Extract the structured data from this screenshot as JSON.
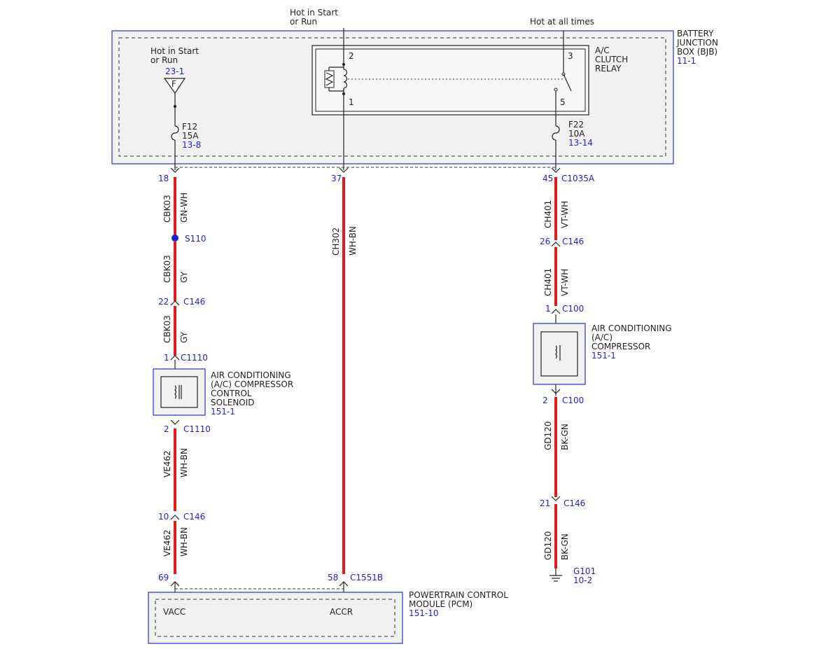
{
  "colors": {
    "wire": "#e31b1b",
    "link": "#1f1fd6",
    "box_border": "#2f2fd0",
    "box_fill": "#f1f1f1"
  },
  "top": {
    "hot_start_run_1": "Hot in Start",
    "hot_start_run_2": "or Run",
    "hot_all_times": "Hot at all times"
  },
  "bjb": {
    "line1": "BATTERY",
    "line2": "JUNCTION",
    "line3": "BOX (BJB)",
    "ref": "11-1"
  },
  "left_feed": {
    "line1": "Hot in Start",
    "line2": "or Run",
    "ref": "23-1",
    "letter": "F"
  },
  "relay": {
    "line1": "A/C",
    "line2": "CLUTCH",
    "line3": "RELAY",
    "pin2": "2",
    "pin1": "1",
    "pin3": "3",
    "pin5": "5"
  },
  "fuses": {
    "f12": {
      "name": "F12",
      "rating": "15A",
      "ref": "13-8"
    },
    "f22": {
      "name": "F22",
      "rating": "10A",
      "ref": "13-14"
    }
  },
  "pins": {
    "p18": "18",
    "p37": "37",
    "p45": "45",
    "c1035a": "C1035A",
    "s110": "S110",
    "p22": "22",
    "c146a": "C146",
    "p1a": "1",
    "c1110a": "C1110",
    "p2a": "2",
    "c1110b": "C1110",
    "p10": "10",
    "c146b": "C146",
    "p69": "69",
    "p58": "58",
    "c1551b": "C1551B",
    "p26": "26",
    "c146c": "C146",
    "p1b": "1",
    "c100a": "C100",
    "p2b": "2",
    "c100b": "C100",
    "p21": "21",
    "c146d": "C146",
    "g101": "G101",
    "g101_ref": "10-2"
  },
  "wires": {
    "left1_circ": "CBK03",
    "left1_col": "GN-WH",
    "left2_circ": "CBK03",
    "left2_col": "GY",
    "left3_circ": "CBK03",
    "left3_col": "GY",
    "left4_circ": "VE462",
    "left4_col": "WH-BN",
    "left5_circ": "VE462",
    "left5_col": "WH-BN",
    "mid_circ": "CH302",
    "mid_col": "WH-BN",
    "right1_circ": "CH401",
    "right1_col": "VT-WH",
    "right2_circ": "CH401",
    "right2_col": "VT-WH",
    "right3_circ": "GD120",
    "right3_col": "BK-GN",
    "right4_circ": "GD120",
    "right4_col": "BK-GN"
  },
  "solenoid": {
    "line1": "AIR CONDITIONING",
    "line2": "(A/C) COMPRESSOR",
    "line3": "CONTROL",
    "line4": "SOLENOID",
    "ref": "151-1"
  },
  "compressor": {
    "line1": "AIR CONDITIONING",
    "line2": "(A/C)",
    "line3": "COMPRESSOR",
    "ref": "151-1"
  },
  "pcm": {
    "line1": "POWERTRAIN CONTROL",
    "line2": "MODULE (PCM)",
    "ref": "151-10",
    "vacc": "VACC",
    "accr": "ACCR"
  }
}
